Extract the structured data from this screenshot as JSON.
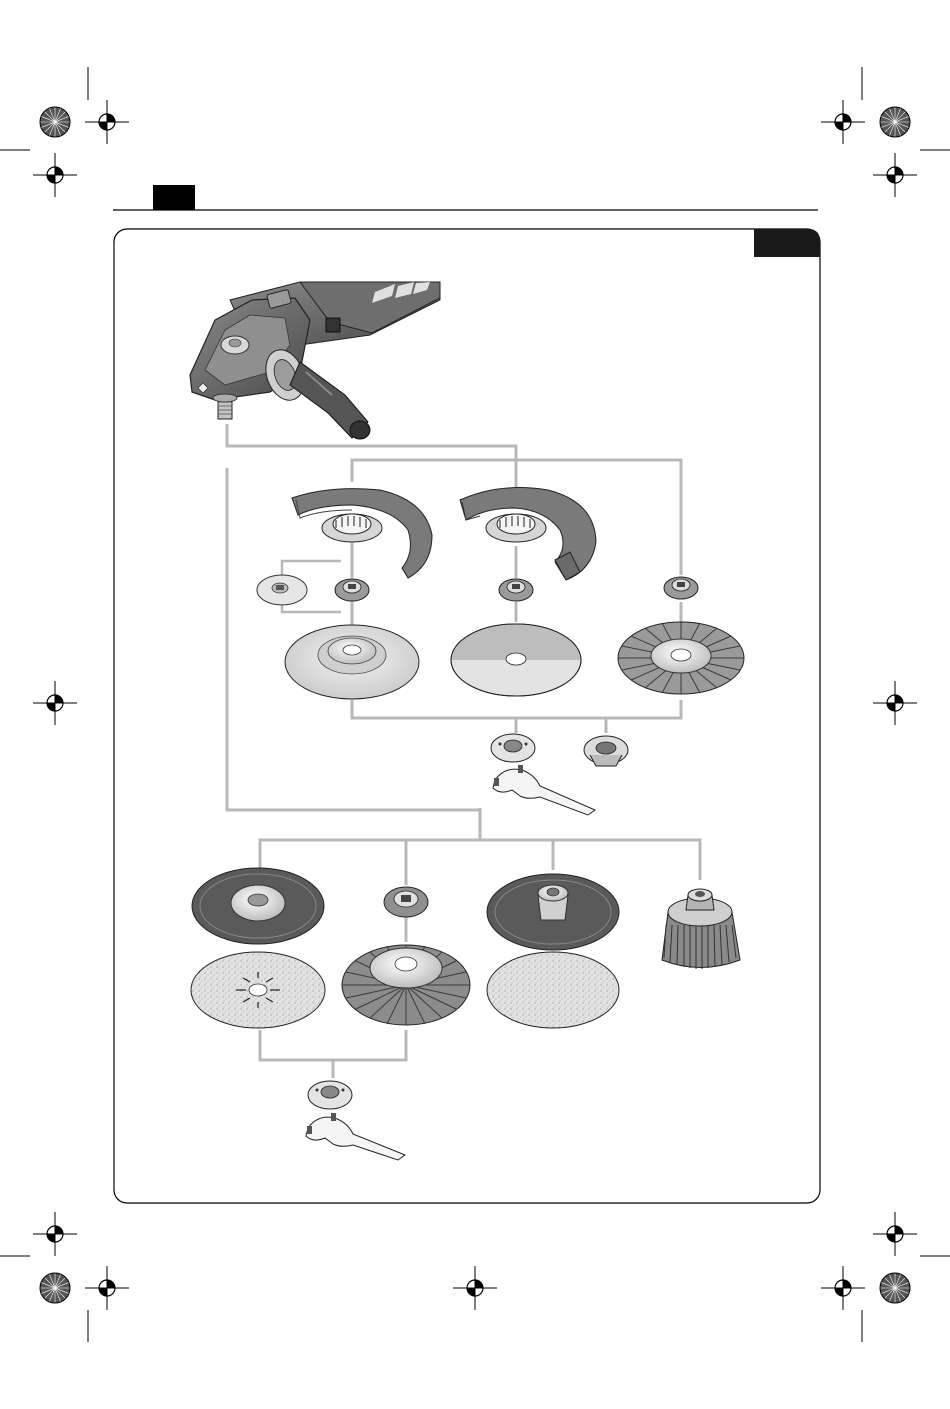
{
  "page": {
    "header_tab_color": "#000000",
    "panel_tab_color": "#1a1a1a",
    "connector_color": "#b8b8b8",
    "part_fill": "#d9d9d9",
    "tool_body_color": "#6b6b6b"
  },
  "figure": {
    "items": [
      {
        "name": "angle-grinder",
        "icon": "grinder-icon"
      },
      {
        "name": "protective-guard-grinding",
        "icon": "guard-icon"
      },
      {
        "name": "protective-guard-cutting",
        "icon": "guard-icon"
      },
      {
        "name": "mounting-flange",
        "icon": "flange-icon"
      },
      {
        "name": "grinding-disc",
        "icon": "disc-icon"
      },
      {
        "name": "cutting-disc",
        "icon": "disc-icon"
      },
      {
        "name": "wire-brush-disc",
        "icon": "brush-icon"
      },
      {
        "name": "clamping-nut",
        "icon": "nut-icon"
      },
      {
        "name": "quick-clamping-nut",
        "icon": "nut-icon"
      },
      {
        "name": "two-pin-spanner",
        "icon": "spanner-icon"
      },
      {
        "name": "rubber-sanding-plate",
        "icon": "backing-pad-icon"
      },
      {
        "name": "sanding-sheet",
        "icon": "sanding-sheet-icon"
      },
      {
        "name": "round-nut",
        "icon": "nut-icon"
      },
      {
        "name": "fan-type-wire-brush",
        "icon": "brush-icon"
      },
      {
        "name": "velcro-backing-pad",
        "icon": "backing-pad-icon"
      },
      {
        "name": "velcro-sanding-sheet",
        "icon": "sanding-sheet-icon"
      },
      {
        "name": "cup-brush",
        "icon": "cup-brush-icon"
      }
    ]
  }
}
